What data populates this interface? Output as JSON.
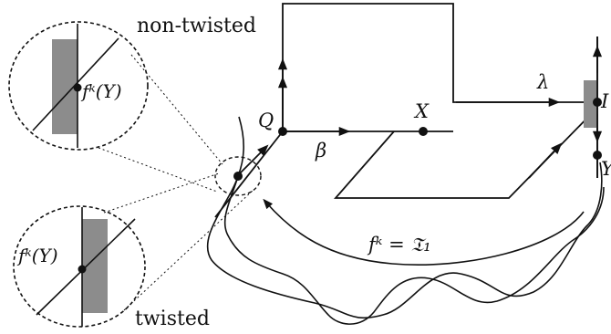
{
  "labels": {
    "non_twisted": "non-twisted",
    "twisted": "twisted",
    "f_of_y_top": "fᵏ(Y)",
    "f_of_y_bottom": "fᵏ(Y)",
    "q": "Q",
    "x": "X",
    "beta": "β",
    "lambda": "λ",
    "i": "I",
    "y": "Y",
    "map": "fᵏ = 𝔗₁"
  },
  "colors": {
    "stroke": "#111111",
    "band": "#8c8c8c"
  }
}
